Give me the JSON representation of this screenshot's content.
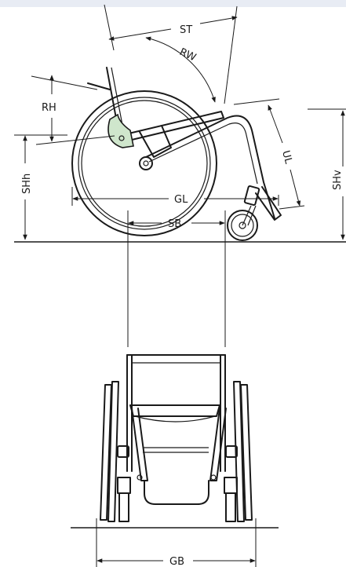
{
  "side_view": {
    "labels": {
      "st": "ST",
      "rw": "RW",
      "rh": "RH",
      "shh": "SHh",
      "ul": "UL",
      "shv": "SHv",
      "gl": "GL"
    }
  },
  "front_view": {
    "labels": {
      "sb": "SB",
      "gb": "GB"
    }
  },
  "colors": {
    "line": "#1a1a1a",
    "accent": "#8fbf8c",
    "band": "#e8ecf4"
  }
}
